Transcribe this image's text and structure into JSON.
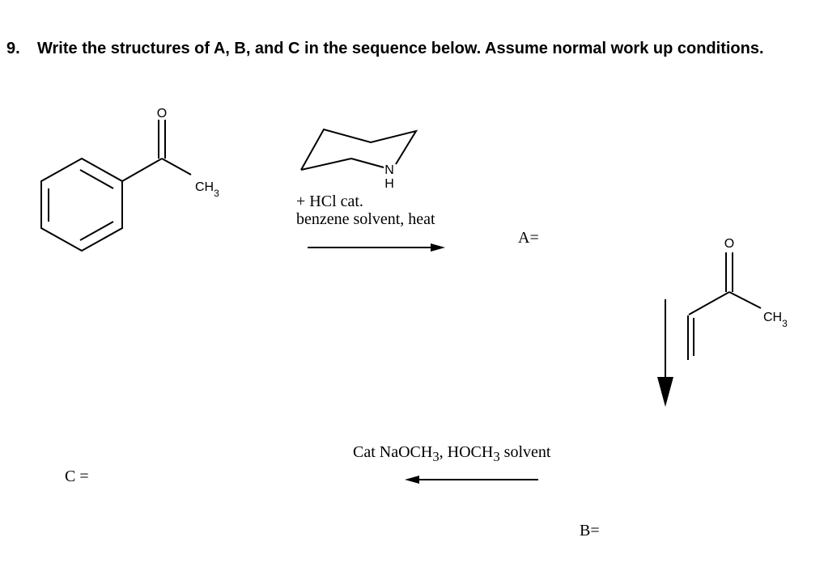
{
  "question": {
    "number": "9.",
    "text": "Write the structures of A, B, and C in the sequence below. Assume normal work up conditions."
  },
  "molecules": {
    "acetophenone": {
      "carbonyl_o": "O",
      "methyl": "CH3"
    },
    "piperidine": {
      "n_label": "N",
      "h_label": "H"
    },
    "mvk": {
      "carbonyl_o": "O",
      "methyl": "CH3"
    }
  },
  "reagents": {
    "step1_line1": "+ HCl cat.",
    "step1_line2": "benzene solvent, heat",
    "step3": "Cat NaOCH3, HOCH3 solvent"
  },
  "answers": {
    "a": "A=",
    "b": "B=",
    "c": "C ="
  }
}
